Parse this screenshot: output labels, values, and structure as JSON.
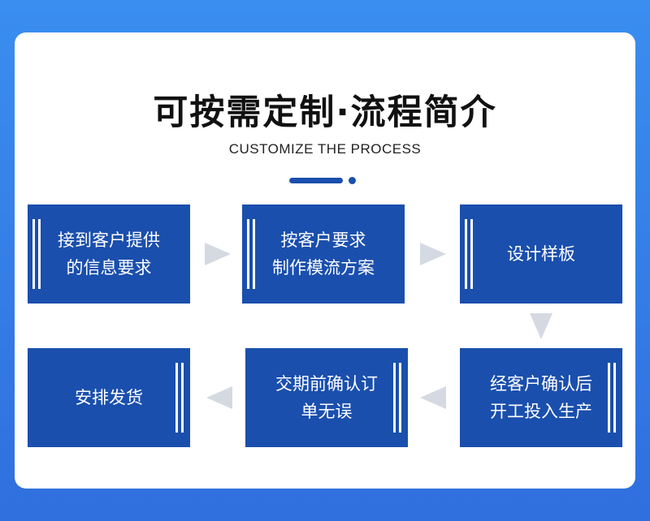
{
  "header": {
    "title": "可按需定制·流程简介",
    "subtitle": "CUSTOMIZE THE PROCESS"
  },
  "colors": {
    "background": "#2f6fde",
    "card": "#ffffff",
    "step_box": "#1a4fad",
    "arrow": "#d4d9e2"
  },
  "steps": [
    {
      "label": "接到客户提供\n的信息要求"
    },
    {
      "label": "按客户要求\n制作模流方案"
    },
    {
      "label": "设计样板"
    },
    {
      "label": "经客户确认后\n开工投入生产"
    },
    {
      "label": "交期前确认订\n单无误"
    },
    {
      "label": "安排发货"
    }
  ]
}
